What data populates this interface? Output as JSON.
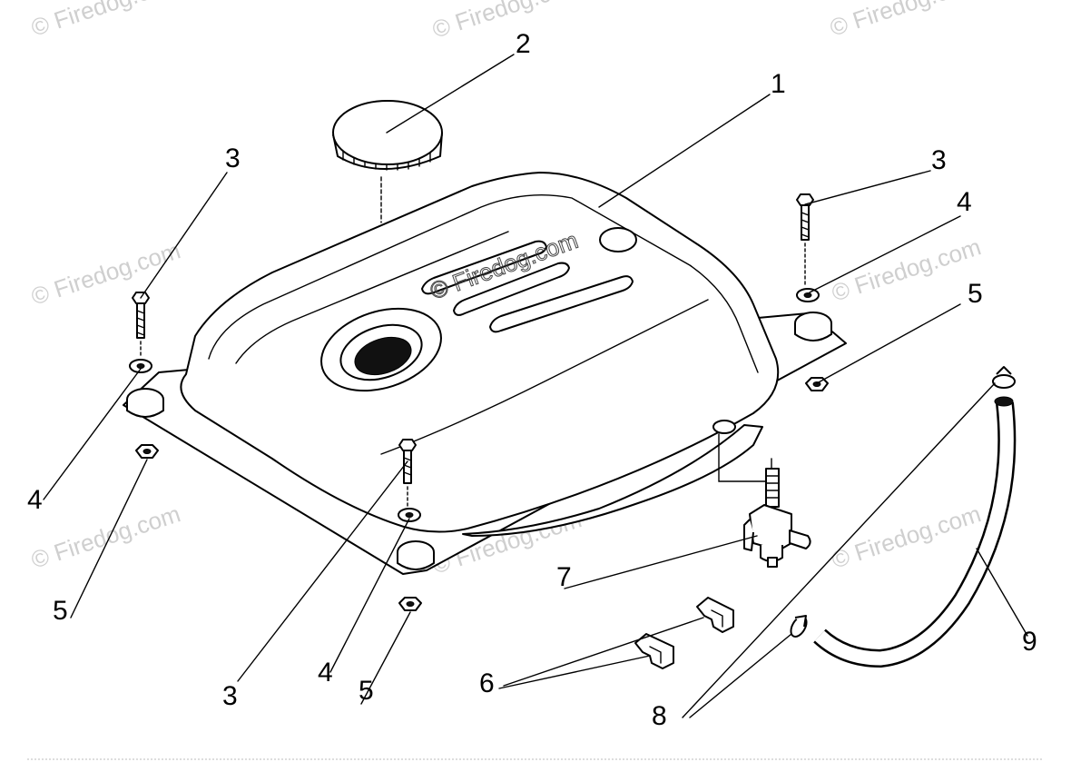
{
  "diagram": {
    "watermark_text": "© Firedog.com",
    "callouts": [
      {
        "id": "c-1",
        "label": "1"
      },
      {
        "id": "c-2",
        "label": "2"
      },
      {
        "id": "c-3a",
        "label": "3"
      },
      {
        "id": "c-3b",
        "label": "3"
      },
      {
        "id": "c-3c",
        "label": "3"
      },
      {
        "id": "c-4a",
        "label": "4"
      },
      {
        "id": "c-4b",
        "label": "4"
      },
      {
        "id": "c-4c",
        "label": "4"
      },
      {
        "id": "c-5a",
        "label": "5"
      },
      {
        "id": "c-5b",
        "label": "5"
      },
      {
        "id": "c-5c",
        "label": "5"
      },
      {
        "id": "c-6",
        "label": "6"
      },
      {
        "id": "c-7",
        "label": "7"
      },
      {
        "id": "c-8",
        "label": "8"
      },
      {
        "id": "c-9",
        "label": "9"
      }
    ],
    "parts": [
      {
        "number": "1",
        "icon": "fuel-tank-icon"
      },
      {
        "number": "2",
        "icon": "fuel-cap-icon"
      },
      {
        "number": "3",
        "icon": "bolt-icon"
      },
      {
        "number": "4",
        "icon": "washer-icon"
      },
      {
        "number": "5",
        "icon": "nut-icon"
      },
      {
        "number": "6",
        "icon": "clip-icon"
      },
      {
        "number": "7",
        "icon": "fuel-valve-icon"
      },
      {
        "number": "8",
        "icon": "hose-clamp-icon"
      },
      {
        "number": "9",
        "icon": "fuel-hose-icon"
      }
    ]
  }
}
